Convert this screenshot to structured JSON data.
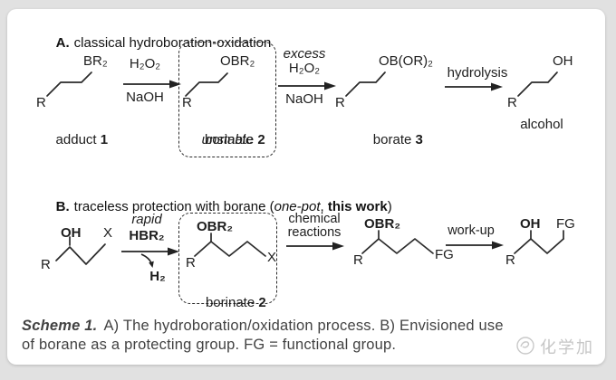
{
  "figure": {
    "panel_a": {
      "heading_prefix": "A.",
      "heading_text": "classical hydroboration-oxidation",
      "adduct": {
        "r": "R",
        "group": "BR₂",
        "name": "adduct",
        "number": "1"
      },
      "arrow1": {
        "top": "H₂O₂",
        "bottom": "NaOH"
      },
      "borinate": {
        "r": "R",
        "group": "OBR₂",
        "name": "borinate",
        "number": "2",
        "note": "unstable"
      },
      "arrow2": {
        "note": "excess",
        "top": "H₂O₂",
        "bottom": "NaOH"
      },
      "borate": {
        "r": "R",
        "group": "OB(OR)₂",
        "name": "borate",
        "number": "3"
      },
      "arrow3": {
        "label": "hydrolysis"
      },
      "alcohol": {
        "r": "R",
        "group": "OH",
        "name": "alcohol"
      }
    },
    "panel_b": {
      "heading_prefix": "B.",
      "heading_text": "traceless protection with borane (",
      "heading_italic": "one-pot",
      "heading_sep": ", ",
      "heading_bold": "this work",
      "heading_close": ")",
      "substrate": {
        "r": "R",
        "oh": "OH",
        "x": "X"
      },
      "arrow1": {
        "note": "rapid",
        "reagent": "HBR₂",
        "byproduct": "H₂"
      },
      "borinate": {
        "r": "R",
        "group": "OBR₂",
        "x": "X",
        "name": "borinate",
        "number": "2"
      },
      "arrow2": {
        "line1": "chemical",
        "line2": "reactions"
      },
      "product_protected": {
        "r": "R",
        "group": "OBR₂",
        "fg": "FG"
      },
      "arrow3": {
        "label": "work-up"
      },
      "product_final": {
        "r": "R",
        "oh": "OH",
        "fg": "FG"
      }
    },
    "caption": {
      "lead": "Scheme 1.",
      "line1": "A) The hydroboration/oxidation process. B) Envisioned use",
      "line2": "of borane as a protecting group. FG = functional group."
    },
    "watermark": {
      "text": "化学加"
    }
  },
  "colors": {
    "page_background": "#e1e1e1",
    "card_background": "#ffffff",
    "ink": "#1d1d1d",
    "caption_text": "#424242",
    "watermark": "#c6c6c6"
  }
}
